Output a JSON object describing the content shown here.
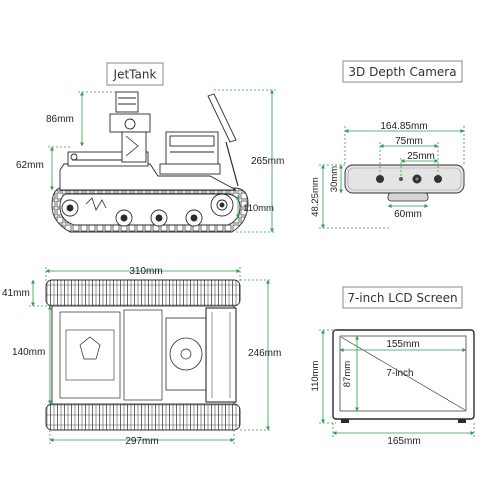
{
  "colors": {
    "dimension_line": "#2e9e4a",
    "drawing": "#2b2b2b",
    "label_border": "#8a8a8a"
  },
  "jettank_side": {
    "label": "JetTank",
    "dims": {
      "arm_height": "86mm",
      "body_height": "62mm",
      "total_height": "265mm",
      "wheel": "110mm"
    }
  },
  "depth_camera": {
    "label": "3D Depth Camera",
    "dims": {
      "width": "164.85mm",
      "lens_span": "75mm",
      "lens_gap": "25mm",
      "height": "30mm",
      "depth": "48.25mm",
      "base": "60mm"
    }
  },
  "jettank_top": {
    "dims": {
      "length": "310mm",
      "track_width": "41mm",
      "inner_width": "140mm",
      "total_width": "246mm",
      "base_length": "297mm"
    }
  },
  "lcd_screen": {
    "label": "7-inch LCD Screen",
    "dims": {
      "width_outer": "165mm",
      "width_inner": "155mm",
      "height_outer": "110mm",
      "height_inner": "87mm",
      "diagonal": "7-inch"
    }
  }
}
